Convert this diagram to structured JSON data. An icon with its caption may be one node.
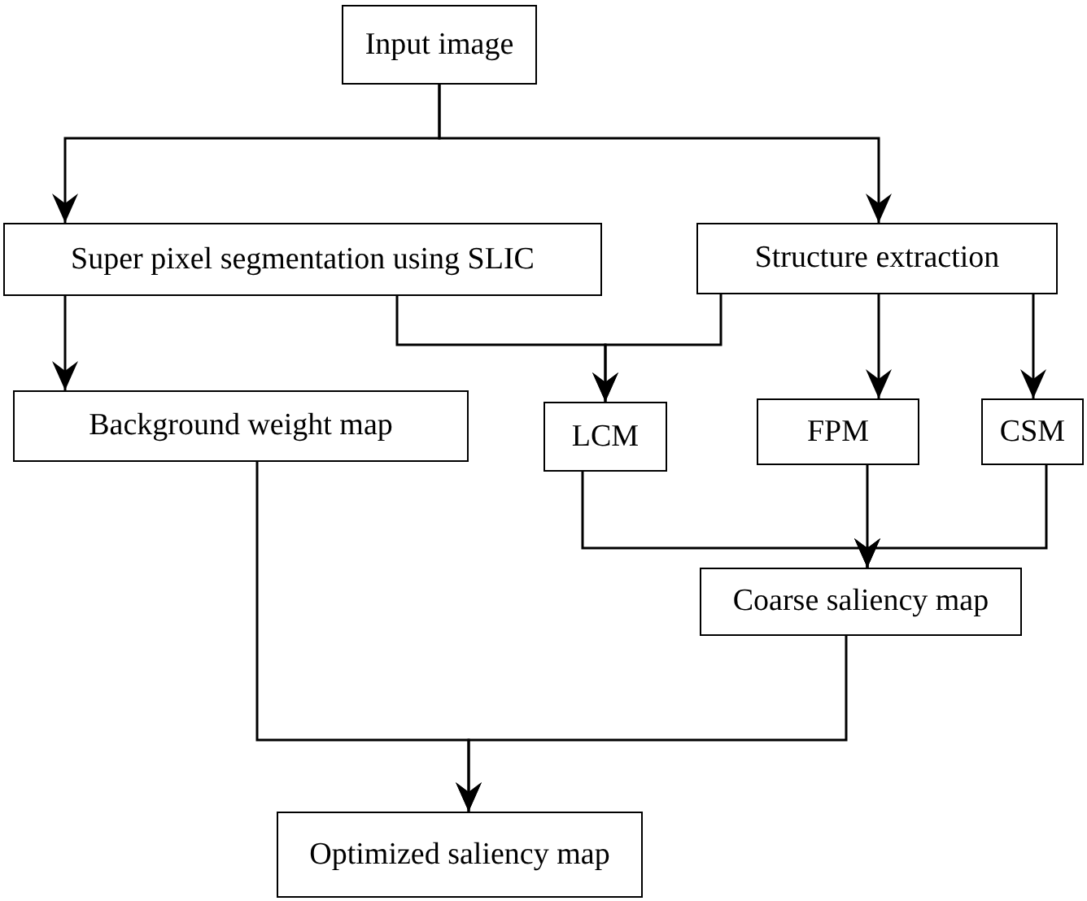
{
  "diagram": {
    "nodes": [
      {
        "text": [
          "Input image"
        ]
      },
      {
        "text": [
          "Super pixel segmentation using SLIC"
        ]
      },
      {
        "text": [
          "Structure extraction"
        ]
      },
      {
        "text": [
          "Background weight map"
        ]
      },
      {
        "text": [
          "LCM"
        ]
      },
      {
        "text": [
          "FPM"
        ]
      },
      {
        "text": [
          "CSM"
        ]
      },
      {
        "text": [
          "Coarse saliency map"
        ]
      },
      {
        "text": [
          "Optimized saliency map"
        ]
      }
    ],
    "edges": [
      {
        "from": 0,
        "to": 1,
        "arrow": "to"
      },
      {
        "from": 0,
        "to": 2,
        "arrow": "to"
      },
      {
        "from": 1,
        "to": 3,
        "arrow": "to"
      },
      {
        "from": 1,
        "to": 4,
        "arrow": "to"
      },
      {
        "from": 2,
        "to": 4,
        "arrow": "to"
      },
      {
        "from": 2,
        "to": 5,
        "arrow": "to"
      },
      {
        "from": 2,
        "to": 6,
        "arrow": "to"
      },
      {
        "from": 4,
        "to": 7,
        "arrow": "to"
      },
      {
        "from": 5,
        "to": 7,
        "arrow": "to"
      },
      {
        "from": 6,
        "to": 7,
        "arrow": "to"
      },
      {
        "from": 3,
        "to": 8,
        "arrow": "to"
      },
      {
        "from": 7,
        "to": 8,
        "arrow": "to"
      }
    ]
  }
}
